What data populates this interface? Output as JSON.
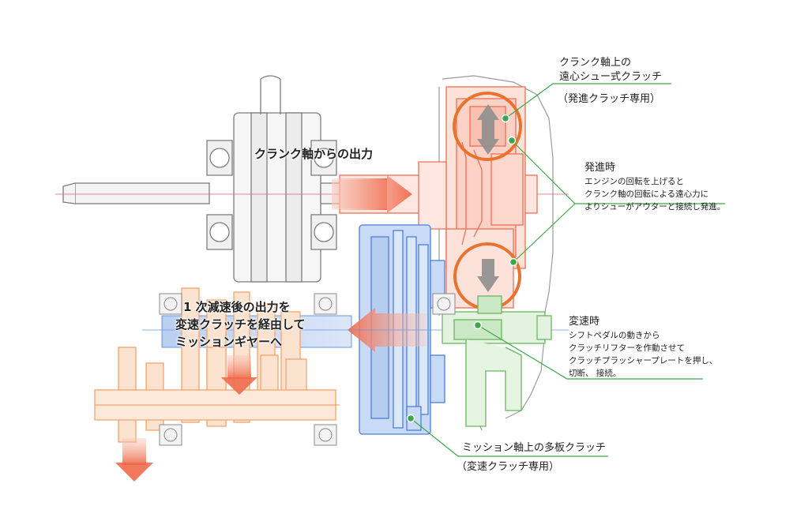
{
  "colors": {
    "crank": "#f07a5c",
    "crank_fill": "#fde2da",
    "clutch_multi": "#4f7fd6",
    "clutch_multi_fill": "#c9daf6",
    "shift": "#69b85f",
    "shift_fill": "#d9efd4",
    "gear": "#f4a36e",
    "gear_fill": "#fce3cf",
    "circle": "#e8732f",
    "leader": "#3aa84a",
    "arrow_gray": "#888888"
  },
  "labels": {
    "crank_output": "クランク軸からの出力",
    "primary_output_1": "1 次減速後の出力を",
    "primary_output_2": "変速クラッチを経由して",
    "primary_output_3": "ミッションギヤーへ"
  },
  "callouts": {
    "centrifugal": {
      "title_1": "クランク軸上の",
      "title_2": "遠心シュー式クラッチ",
      "sub": "（発進クラッチ専用）"
    },
    "start": {
      "title": "発進時",
      "line_1": "エンジンの回転を上げると",
      "line_2": "クランク軸の回転による遠心力に",
      "line_3": "よりシューがアウターと接続し発進。"
    },
    "shift": {
      "title": "変速時",
      "line_1": "シフトペダルの動きから",
      "line_2": "クラッチリフターを作動させて",
      "line_3": "クラッチプラッシャープレートを押し、",
      "line_4": "切断、 接続。"
    },
    "multiplate": {
      "title": "ミッション軸上の多板クラッチ",
      "sub": "（変速クラッチ専用）"
    }
  }
}
